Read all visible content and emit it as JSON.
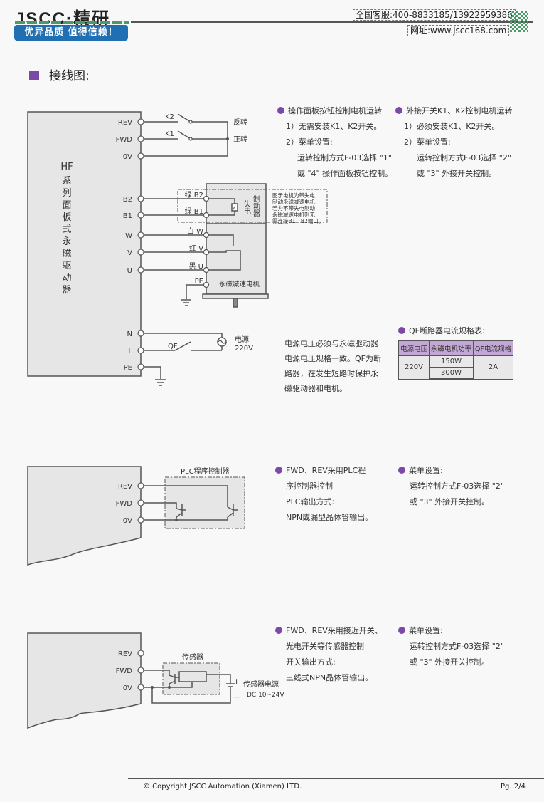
{
  "header": {
    "logo": "JSCC·精研",
    "slogan": "优异品质 值得信赖！",
    "hotline": "全国客服:400-8833185/13922959386",
    "website": "网址:www.jscc168.com",
    "qr_icon": "qr-code-icon"
  },
  "section_title": "接线图:",
  "diagram1": {
    "driver_label_top": "HF",
    "driver_label_vertical": [
      "系",
      "列",
      "面",
      "板",
      "式",
      "永",
      "磁",
      "驱",
      "动",
      "器"
    ],
    "terminals": [
      "REV",
      "FWD",
      "0V",
      "B2",
      "B1",
      "W",
      "V",
      "U",
      "N",
      "L",
      "PE"
    ],
    "switch_k2": "K2",
    "switch_k1": "K1",
    "reverse": "反转",
    "forward": "正转",
    "wire_b2": "绿 B2",
    "wire_b1": "绿 B1",
    "wire_w": "白 W",
    "wire_v": "红 V",
    "wire_u": "黑 U",
    "motor_pe": "PE",
    "brake_label1": "失电",
    "brake_label2": "制动器",
    "motor_label": "永磁减速电机",
    "brake_note": [
      "图示电机为带失电",
      "制动永磁减速电机,",
      "若为不带失电制动",
      "永磁减速电机则无",
      "需连接B1、B2端口。"
    ],
    "qf": "QF",
    "power_label": "电源",
    "power_voltage": "220V"
  },
  "notes1": {
    "left": {
      "title": "操作面板按钮控制电机运转",
      "lines": [
        "1）无需安装K1、K2开关。",
        "2）菜单设置:",
        "运转控制方式F-03选择 \"1\"",
        "或 \"4\" 操作面板按钮控制。"
      ]
    },
    "right": {
      "title": "外接开关K1、K2控制电机运转",
      "lines": [
        "1）必须安装K1、K2开关。",
        "2）菜单设置:",
        "运转控制方式F-03选择 \"2\"",
        "或 \"3\" 外接开关控制。"
      ]
    }
  },
  "power_note": [
    "电源电压必须与永磁驱动器",
    "电源电压规格一致。QF为断",
    "路器，在发生短路时保护永",
    "磁驱动器和电机。"
  ],
  "qf_table": {
    "title": "QF断路器电流规格表:",
    "headers": [
      "电源电压",
      "永磁电机功率",
      "QF电流规格"
    ],
    "voltage": "220V",
    "powers": [
      "150W",
      "300W"
    ],
    "current": "2A"
  },
  "diagram2": {
    "terminals": [
      "REV",
      "FWD",
      "0V"
    ],
    "controller_label": "PLC程序控制器"
  },
  "notes2": {
    "left": {
      "lines": [
        "FWD、REV采用PLC程",
        "序控制器控制",
        "PLC输出方式:",
        "NPN或漏型晶体管输出。"
      ]
    },
    "right": {
      "lines": [
        "菜单设置:",
        "运转控制方式F-03选择 \"2\"",
        "或 \"3\" 外接开关控制。"
      ]
    }
  },
  "diagram3": {
    "terminals": [
      "REV",
      "FWD",
      "0V"
    ],
    "sensor_label": "传感器",
    "plus": "+",
    "minus": "—",
    "supply_label": "传感器电源",
    "supply_spec": "DC 10~24V"
  },
  "notes3": {
    "left": {
      "lines": [
        "FWD、REV采用接近开关、",
        "光电开关等传感器控制",
        "开关输出方式:",
        "三线式NPN晶体管输出。"
      ]
    },
    "right": {
      "lines": [
        "菜单设置:",
        "运转控制方式F-03选择 \"2\"",
        "或 \"3\" 外接开关控制。"
      ]
    }
  },
  "footer": {
    "copyright": "© Copyright JSCC Automation (Xiamen) LTD.",
    "page": "Pg. 2/4"
  }
}
